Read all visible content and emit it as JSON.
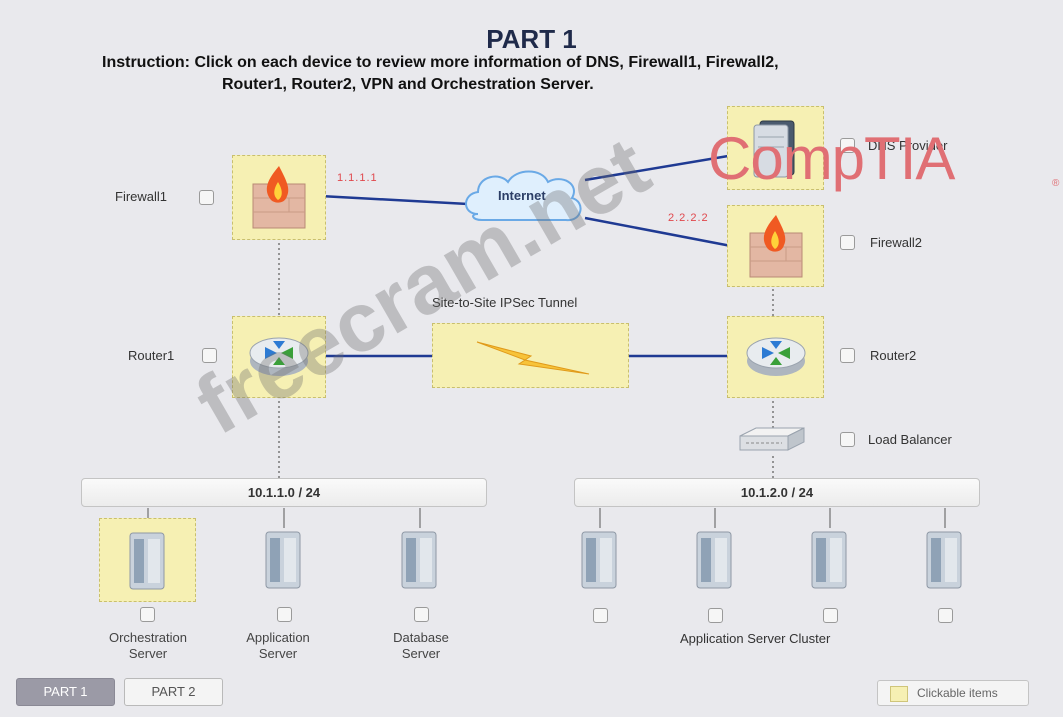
{
  "title": "PART 1",
  "instruction_line1": "Instruction: Click on each device to review more information of DNS, Firewall1, Firewall2,",
  "instruction_line2": "Router1, Router2, VPN and Orchestration Server.",
  "devices": {
    "firewall1": {
      "label": "Firewall1",
      "ip": "1.1.1.1"
    },
    "internet": {
      "label": "Internet"
    },
    "dns": {
      "label": "DNS Provider"
    },
    "firewall2": {
      "label": "Firewall2",
      "ip": "2.2.2.2"
    },
    "router1": {
      "label": "Router1"
    },
    "router2": {
      "label": "Router2"
    },
    "vpn": {
      "label": "Site-to-Site IPSec Tunnel"
    },
    "load_balancer": {
      "label": "Load Balancer"
    }
  },
  "networks": {
    "left": "10.1.1.0 / 24",
    "right": "10.1.2.0 / 24"
  },
  "servers": {
    "orchestration": "Orchestration\nServer",
    "application": "Application\nServer",
    "database": "Database\nServer",
    "cluster": "Application Server Cluster"
  },
  "tabs": [
    "PART 1",
    "PART 2"
  ],
  "legend": "Clickable items",
  "watermark": "freecram.net",
  "logo": "CompTIA",
  "colors": {
    "highlight": "#f6f0b3",
    "link": "#1f3a93",
    "ip_label": "#e0474c",
    "title": "#1f2a4a"
  }
}
